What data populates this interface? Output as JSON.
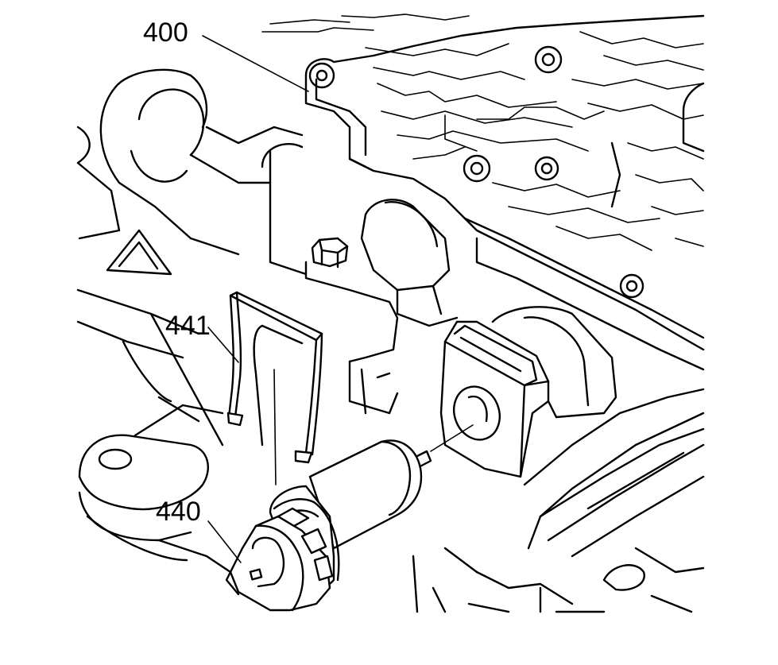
{
  "callouts": {
    "valve_body": "400",
    "retainer_clip": "441",
    "speed_sensor": "440"
  }
}
